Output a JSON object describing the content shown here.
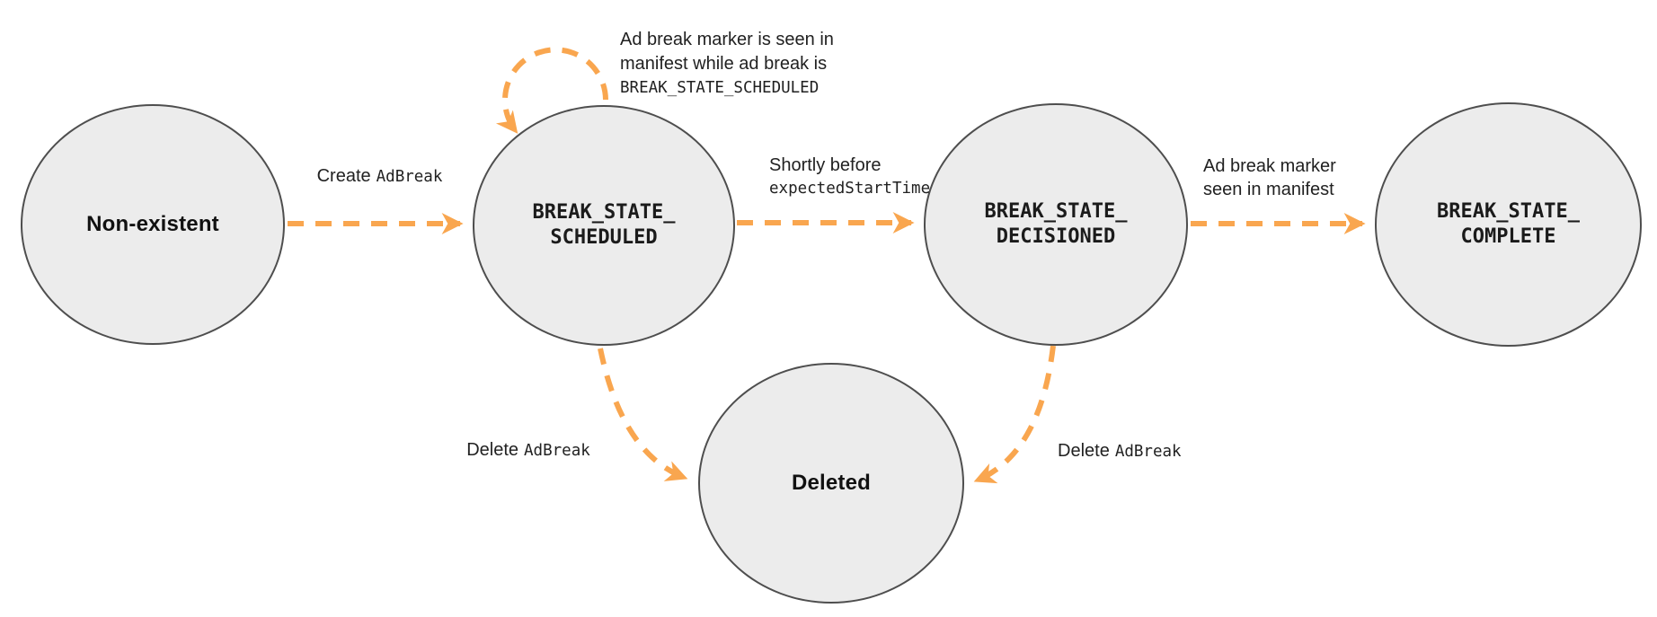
{
  "colors": {
    "arrow_orange": "#F9A64F",
    "node_fill": "#ECECEC",
    "node_border": "#4E4E4E",
    "text": "#212121"
  },
  "nodes": {
    "non_existent": {
      "label": "Non-existent"
    },
    "scheduled": {
      "line1": "BREAK_STATE_",
      "line2": "SCHEDULED"
    },
    "decisioned": {
      "line1": "BREAK_STATE_",
      "line2": "DECISIONED"
    },
    "complete": {
      "line1": "BREAK_STATE_",
      "line2": "COMPLETE"
    },
    "deleted": {
      "label": "Deleted"
    }
  },
  "edges": {
    "create": {
      "text": "Create",
      "code": "AdBreak"
    },
    "self_loop": {
      "line1": "Ad break marker is seen in",
      "line2": "manifest while ad break is",
      "code": "BREAK_STATE_SCHEDULED"
    },
    "shortly_before": {
      "text": "Shortly before",
      "code": "expectedStartTime"
    },
    "marker_seen": {
      "line1": "Ad break marker",
      "line2": "seen in manifest"
    },
    "delete_left": {
      "text": "Delete",
      "code": "AdBreak"
    },
    "delete_right": {
      "text": "Delete",
      "code": "AdBreak"
    }
  }
}
